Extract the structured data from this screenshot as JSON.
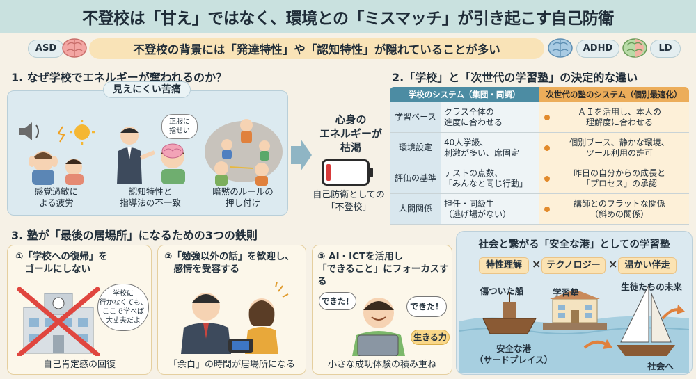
{
  "header": {
    "title": "不登校は「甘え」ではなく、環境との「ミスマッチ」が引き起こす自己防衛"
  },
  "subtitle": {
    "text": "不登校の背景には「発達特性」や「認知特性」が隠れていることが多い",
    "badges_left": [
      "ASD"
    ],
    "badges_right": [
      "ADHD",
      "LD"
    ]
  },
  "section1": {
    "title": "1. なぜ学校でエネルギーが奪われるのか？",
    "tab_label": "見えにくい苦痛",
    "items": [
      {
        "caption": "感覚過敏に\nよる疲労",
        "icon": "sensory-overload-icon"
      },
      {
        "caption": "認知特性と\n指導法の不一致",
        "icon": "teacher-mismatch-icon",
        "bubble": "正服に\n指せい"
      },
      {
        "caption": "暗黙のルールの\n押し付け",
        "icon": "implicit-rules-icon"
      }
    ],
    "energy_title": "心身の\nエネルギーが\n枯渇",
    "energy_sub": "自己防衛としての\n「不登校」"
  },
  "section2": {
    "title": "2.「学校」と「次世代の学習塾」の決定的な違い",
    "col_school": "学校のシステム（集団・同調）",
    "col_juku": "次世代の塾のシステム（個別最適化）",
    "rows": [
      {
        "label": "学習ペース",
        "school": "クラス全体の\n進度に合わせる",
        "juku": "ＡＩを活用し、本人の\n理解度に合わせる"
      },
      {
        "label": "環境設定",
        "school": "40人学級、\n刺激が多い、席固定",
        "juku": "個別ブース、静かな環境、\nツール利用の許可"
      },
      {
        "label": "評価の基準",
        "school": "テストの点数、\n「みんなと同じ行動」",
        "juku": "昨日の自分からの成長と\n「プロセス」の承認"
      },
      {
        "label": "人間関係",
        "school": "担任・同級生\n（逃げ場がない）",
        "juku": "講師とのフラットな関係\n（斜めの関係）"
      }
    ]
  },
  "section3": {
    "title": "3. 塾が「最後の居場所」になるための3つの鉄則",
    "cards": [
      {
        "head": "①「学校への復帰」を\n　ゴールにしない",
        "bubble": "学校に\n行かなくても、\nここで学べば\n大丈夫だよ",
        "footer": "自己肯定感の回復"
      },
      {
        "head": "②「勉強以外の話」を歓迎し、\n　感情を受容する",
        "footer": "「余白」の時間が居場所になる"
      },
      {
        "head": "③ AI・ICTを活用し\n「できること」にフォーカスする",
        "bubble1": "できた！",
        "bubble2": "できた！",
        "badge": "生きる力",
        "footer": "小さな成功体験の積み重ね"
      }
    ]
  },
  "section4": {
    "title": "社会と繋がる「安全な港」としての学習塾",
    "chips": [
      "特性理解",
      "テクノロジー",
      "温かい伴走"
    ],
    "labels": {
      "ship": "傷ついた船",
      "school": "学習塾",
      "future": "生徒たちの未来",
      "harbor": "安全な港\n（サードプレイス）",
      "society": "社会へ"
    }
  },
  "colors": {
    "header_bg": "#c9e1df",
    "school_col": "#4c8ca3",
    "juku_col": "#ecad5a",
    "banner": "#f9e3b7"
  }
}
